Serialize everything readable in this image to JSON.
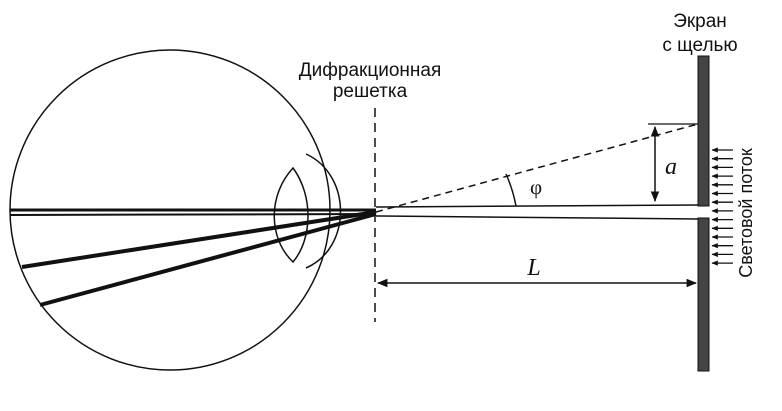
{
  "labels": {
    "screen_line1": "Экран",
    "screen_line2": "с щелью",
    "grating_line1": "Дифракционная",
    "grating_line2": "решетка",
    "light_flux": "Световой поток",
    "distance_symbol": "L",
    "height_symbol": "a",
    "angle_symbol": "φ"
  },
  "colors": {
    "ink": "#111111",
    "screen_fill": "#444444",
    "background": "#ffffff"
  }
}
